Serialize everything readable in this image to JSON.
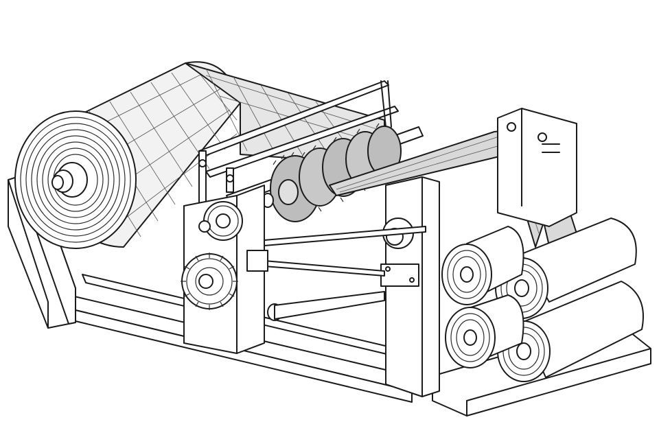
{
  "figure": {
    "subject": "slitter-rewinder-machine",
    "text_labels": []
  },
  "colors": {
    "line": "#1a1a1a",
    "paper": "#ffffff",
    "web_fill": "#d9d9d9",
    "blade_fill": "#bdbdbd",
    "frame_fill": "#ffffff"
  },
  "parts": [
    "unwind-roll",
    "paper-web",
    "slitting-blades",
    "drive-gears",
    "rewound-rolls",
    "machine-frame"
  ]
}
